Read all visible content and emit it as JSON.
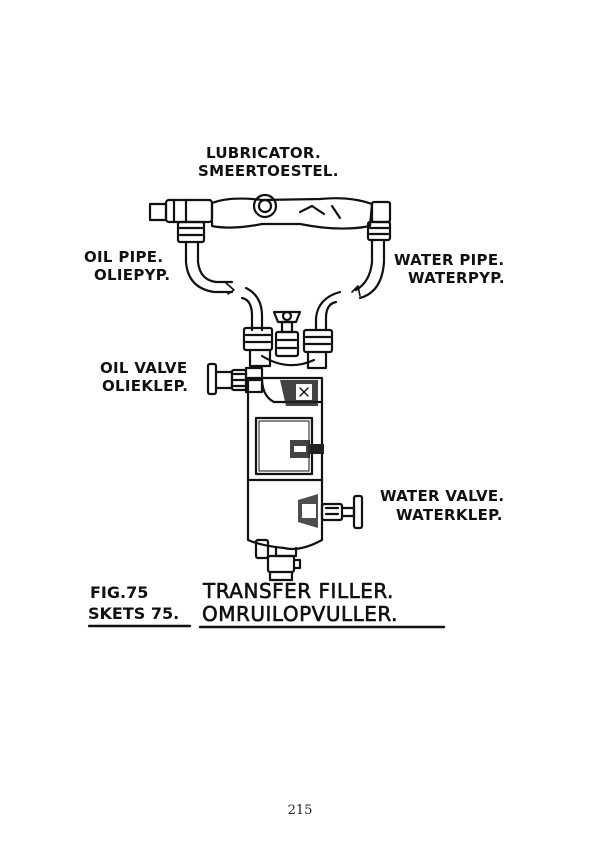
{
  "labels": {
    "lubricator_en": "LUBRICATOR.",
    "lubricator_af": "SMEERTOESTEL.",
    "oil_pipe_en": "OIL PIPE.",
    "oil_pipe_af": "OLIEPYP.",
    "water_pipe_en": "WATER PIPE.",
    "water_pipe_af": "WATERPYP.",
    "oil_valve_en": "OIL VALVE",
    "oil_valve_af": "OLIEKLEP.",
    "water_valve_en": "WATER VALVE.",
    "water_valve_af": "WATERKLEP."
  },
  "caption": {
    "fig_en": "FIG.75",
    "fig_af": "SKETS 75.",
    "title_en": "TRANSFER FILLER.",
    "title_af": "OMRUILOPVULLER."
  },
  "page_number": "215"
}
